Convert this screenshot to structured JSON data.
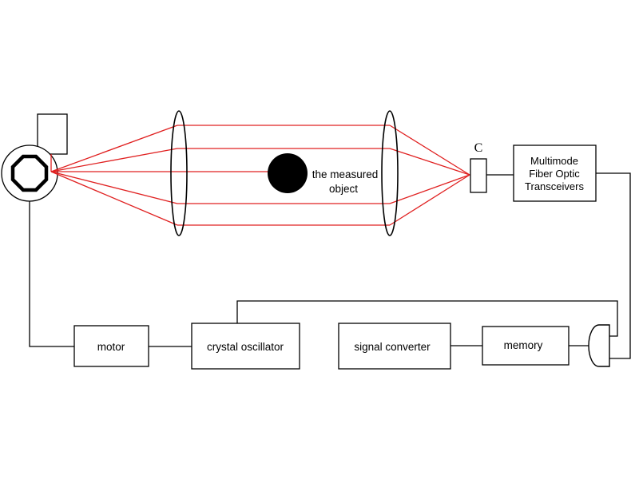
{
  "colors": {
    "beam": "#e02020",
    "stroke": "#000000",
    "object_fill": "#000000",
    "background": "#ffffff"
  },
  "labels": {
    "measured_object": [
      "the measured",
      "object"
    ],
    "receiver_c": "C",
    "transceiver": [
      "Multimode",
      "Fiber Optic",
      "Transceivers"
    ],
    "motor": "motor",
    "crystal_oscillator": "crystal oscillator",
    "signal_converter": "signal converter",
    "memory": "memory"
  },
  "icons": {
    "scanner": "rotating-polygon-mirror-icon",
    "laser": "laser-source-icon",
    "lens_left": "collimating-lens-icon",
    "lens_right": "focusing-lens-icon",
    "object": "measured-object-icon",
    "gate": "and-gate-icon"
  }
}
